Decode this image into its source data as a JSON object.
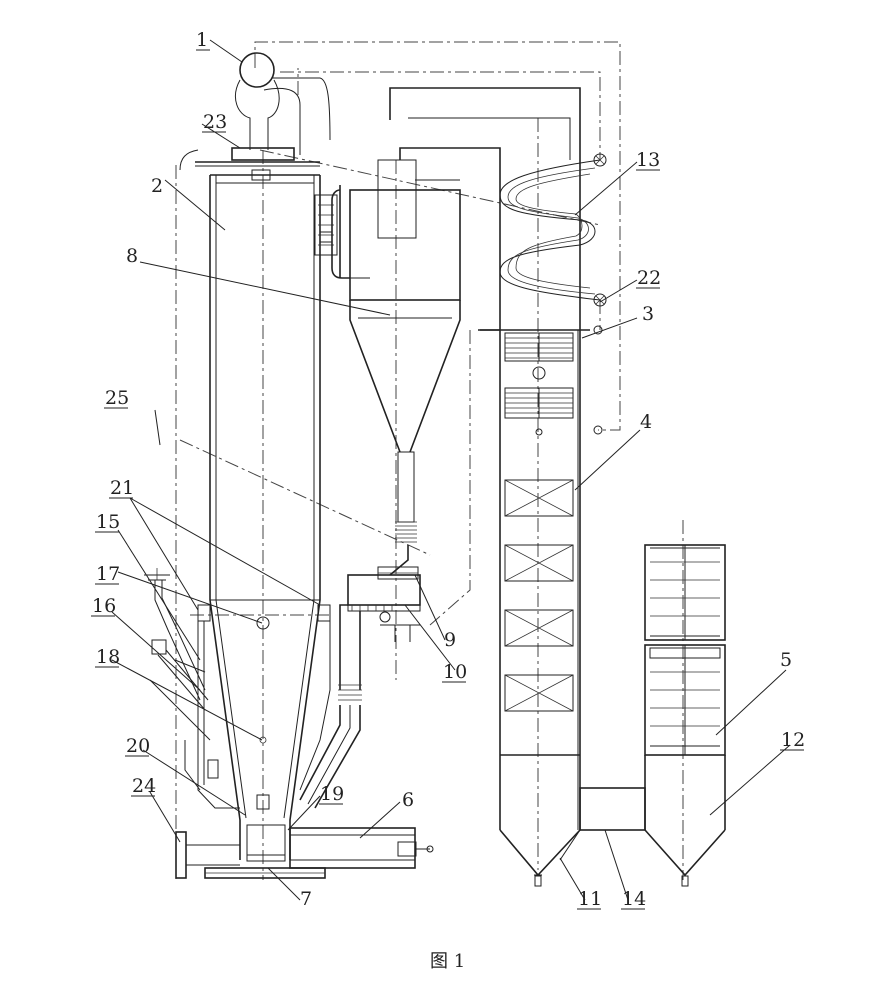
{
  "figure": {
    "caption": "图 1",
    "part_labels": [
      {
        "id": "p1",
        "text": "1"
      },
      {
        "id": "p23",
        "text": "23"
      },
      {
        "id": "p2",
        "text": "2"
      },
      {
        "id": "p8",
        "text": "8"
      },
      {
        "id": "p13",
        "text": "13"
      },
      {
        "id": "p22",
        "text": "22"
      },
      {
        "id": "p3",
        "text": "3"
      },
      {
        "id": "p4",
        "text": "4"
      },
      {
        "id": "p25",
        "text": "25"
      },
      {
        "id": "p21",
        "text": "21"
      },
      {
        "id": "p15",
        "text": "15"
      },
      {
        "id": "p17",
        "text": "17"
      },
      {
        "id": "p16",
        "text": "16"
      },
      {
        "id": "p18",
        "text": "18"
      },
      {
        "id": "p9",
        "text": "9"
      },
      {
        "id": "p10",
        "text": "10"
      },
      {
        "id": "p5",
        "text": "5"
      },
      {
        "id": "p12",
        "text": "12"
      },
      {
        "id": "p20",
        "text": "20"
      },
      {
        "id": "p19",
        "text": "19"
      },
      {
        "id": "p6",
        "text": "6"
      },
      {
        "id": "p24",
        "text": "24"
      },
      {
        "id": "p7",
        "text": "7"
      },
      {
        "id": "p11",
        "text": "11"
      },
      {
        "id": "p14",
        "text": "14"
      }
    ]
  }
}
